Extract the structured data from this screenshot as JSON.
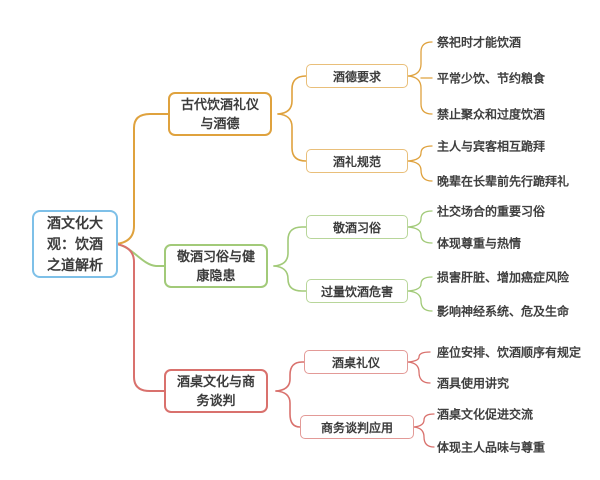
{
  "root": {
    "label": "酒文化大观：饮酒之道解析"
  },
  "colors": {
    "root_border": "#7ec0e8",
    "branch1": "#dfa23e",
    "branch2": "#a2ca79",
    "branch3": "#d9716d",
    "text": "#3c3c3c",
    "background": "#ffffff"
  },
  "branches": [
    {
      "label": "古代饮酒礼仪与酒德",
      "color": "#dfa23e",
      "children": [
        {
          "label": "酒德要求",
          "leaves": [
            "祭祀时才能饮酒",
            "平常少饮、节约粮食",
            "禁止聚众和过度饮酒"
          ]
        },
        {
          "label": "酒礼规范",
          "leaves": [
            "主人与宾客相互跪拜",
            "晚辈在长辈前先行跪拜礼"
          ]
        }
      ]
    },
    {
      "label": "敬酒习俗与健康隐患",
      "color": "#a2ca79",
      "children": [
        {
          "label": "敬酒习俗",
          "leaves": [
            "社交场合的重要习俗",
            "体现尊重与热情"
          ]
        },
        {
          "label": "过量饮酒危害",
          "leaves": [
            "损害肝脏、增加癌症风险",
            "影响神经系统、危及生命"
          ]
        }
      ]
    },
    {
      "label": "酒桌文化与商务谈判",
      "color": "#d9716d",
      "children": [
        {
          "label": "酒桌礼仪",
          "leaves": [
            "座位安排、饮酒顺序有规定",
            "酒具使用讲究"
          ]
        },
        {
          "label": "商务谈判应用",
          "leaves": [
            "酒桌文化促进交流",
            "体现主人品味与尊重"
          ]
        }
      ]
    }
  ]
}
